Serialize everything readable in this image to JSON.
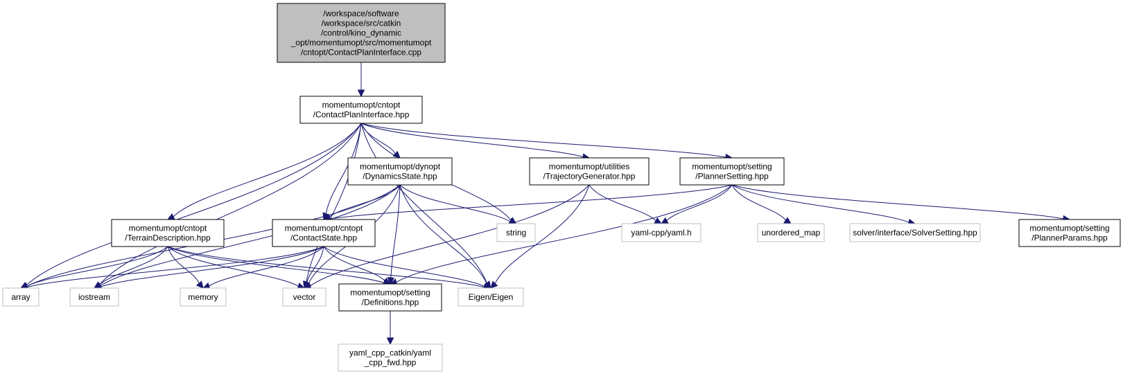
{
  "colors": {
    "edge": "#191970",
    "root_fill": "#bfbfbf",
    "root_stroke": "#000000",
    "internal_stroke": "#000000",
    "external_stroke": "#bfbfbf",
    "fill": "#ffffff"
  },
  "nodes": [
    {
      "id": "root",
      "kind": "root",
      "lines": [
        "/workspace/software",
        "/workspace/src/catkin",
        "/control/kino_dynamic",
        "_opt/momentumopt/src/momentumopt",
        "/cntopt/ContactPlanInterface.cpp"
      ]
    },
    {
      "id": "cpi_hpp",
      "kind": "internal",
      "lines": [
        "momentumopt/cntopt",
        "/ContactPlanInterface.hpp"
      ]
    },
    {
      "id": "dynstate",
      "kind": "internal",
      "lines": [
        "momentumopt/dynopt",
        "/DynamicsState.hpp"
      ]
    },
    {
      "id": "trajgen",
      "kind": "internal",
      "lines": [
        "momentumopt/utilities",
        "/TrajectoryGenerator.hpp"
      ]
    },
    {
      "id": "plannersetting",
      "kind": "internal",
      "lines": [
        "momentumopt/setting",
        "/PlannerSetting.hpp"
      ]
    },
    {
      "id": "terrain",
      "kind": "internal",
      "lines": [
        "momentumopt/cntopt",
        "/TerrainDescription.hpp"
      ]
    },
    {
      "id": "contactstate",
      "kind": "internal",
      "lines": [
        "momentumopt/cntopt",
        "/ContactState.hpp"
      ]
    },
    {
      "id": "string",
      "kind": "external",
      "lines": [
        "string"
      ]
    },
    {
      "id": "yaml",
      "kind": "external",
      "lines": [
        "yaml-cpp/yaml.h"
      ]
    },
    {
      "id": "unordered_map",
      "kind": "external",
      "lines": [
        "unordered_map"
      ]
    },
    {
      "id": "solversetting",
      "kind": "external",
      "lines": [
        "solver/interface/SolverSetting.hpp"
      ]
    },
    {
      "id": "plannerparams",
      "kind": "internal",
      "lines": [
        "momentumopt/setting",
        "/PlannerParams.hpp"
      ]
    },
    {
      "id": "array",
      "kind": "external",
      "lines": [
        "array"
      ]
    },
    {
      "id": "iostream",
      "kind": "external",
      "lines": [
        "iostream"
      ]
    },
    {
      "id": "memory",
      "kind": "external",
      "lines": [
        "memory"
      ]
    },
    {
      "id": "vector",
      "kind": "external",
      "lines": [
        "vector"
      ]
    },
    {
      "id": "definitions",
      "kind": "internal",
      "lines": [
        "momentumopt/setting",
        "/Definitions.hpp"
      ]
    },
    {
      "id": "eigen",
      "kind": "external",
      "lines": [
        "Eigen/Eigen"
      ]
    },
    {
      "id": "yamlfwd",
      "kind": "external",
      "lines": [
        "yaml_cpp_catkin/yaml",
        "_cpp_fwd.hpp"
      ]
    }
  ],
  "edges": [
    [
      "root",
      "cpi_hpp"
    ],
    [
      "cpi_hpp",
      "array"
    ],
    [
      "cpi_hpp",
      "iostream"
    ],
    [
      "cpi_hpp",
      "terrain"
    ],
    [
      "cpi_hpp",
      "vector"
    ],
    [
      "cpi_hpp",
      "contactstate"
    ],
    [
      "cpi_hpp",
      "dynstate"
    ],
    [
      "cpi_hpp",
      "string"
    ],
    [
      "cpi_hpp",
      "trajgen"
    ],
    [
      "cpi_hpp",
      "plannersetting"
    ],
    [
      "cpi_hpp",
      "eigen"
    ],
    [
      "dynstate",
      "array"
    ],
    [
      "dynstate",
      "iostream"
    ],
    [
      "dynstate",
      "contactstate"
    ],
    [
      "dynstate",
      "vector"
    ],
    [
      "dynstate",
      "definitions"
    ],
    [
      "dynstate",
      "eigen"
    ],
    [
      "dynstate",
      "string"
    ],
    [
      "trajgen",
      "vector"
    ],
    [
      "trajgen",
      "eigen"
    ],
    [
      "trajgen",
      "yaml"
    ],
    [
      "plannersetting",
      "contactstate"
    ],
    [
      "plannersetting",
      "yaml"
    ],
    [
      "plannersetting",
      "definitions"
    ],
    [
      "plannersetting",
      "unordered_map"
    ],
    [
      "plannersetting",
      "solversetting"
    ],
    [
      "plannersetting",
      "plannerparams"
    ],
    [
      "terrain",
      "array"
    ],
    [
      "terrain",
      "iostream"
    ],
    [
      "terrain",
      "memory"
    ],
    [
      "terrain",
      "vector"
    ],
    [
      "terrain",
      "definitions"
    ],
    [
      "terrain",
      "eigen"
    ],
    [
      "contactstate",
      "array"
    ],
    [
      "contactstate",
      "iostream"
    ],
    [
      "contactstate",
      "memory"
    ],
    [
      "contactstate",
      "vector"
    ],
    [
      "contactstate",
      "definitions"
    ],
    [
      "contactstate",
      "eigen"
    ],
    [
      "definitions",
      "yamlfwd"
    ]
  ]
}
